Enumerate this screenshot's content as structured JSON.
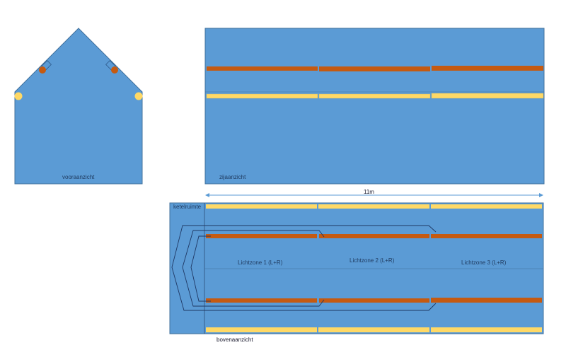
{
  "colors": {
    "background": "#ffffff",
    "fill": "#5b9bd5",
    "border": "#41719c",
    "orange": "#c55a11",
    "yellow": "#ffd966",
    "wire": "#1f3864",
    "dimension": "#5b9bd5"
  },
  "front_view": {
    "label": "vooraanzicht",
    "shape": "house-pentagon",
    "lights": [
      {
        "type": "orange-dot",
        "side": "left",
        "with_bracket": true
      },
      {
        "type": "orange-dot",
        "side": "right",
        "with_bracket": true
      },
      {
        "type": "yellow-dot",
        "side": "left"
      },
      {
        "type": "yellow-dot",
        "side": "right"
      }
    ]
  },
  "side_view": {
    "label": "zijaanzicht",
    "strips": [
      {
        "color": "orange",
        "segments": 3
      },
      {
        "color": "yellow",
        "segments": 3
      }
    ]
  },
  "top_view": {
    "label": "bovenaanzicht",
    "room_label": "ketelruimte",
    "dimension_label": "11m",
    "zones": [
      {
        "label": "Lichtzone  1 (L+R)"
      },
      {
        "label": "Lichtzone  2 (L+R)"
      },
      {
        "label": "Lichtzone  3 (L+R)"
      }
    ],
    "strips": [
      {
        "color": "yellow",
        "position": "top",
        "segments": 3
      },
      {
        "color": "orange",
        "position": "upper",
        "segments": 3
      },
      {
        "color": "orange",
        "position": "lower",
        "segments": 3
      },
      {
        "color": "yellow",
        "position": "bottom",
        "segments": 3
      }
    ],
    "wires": 3
  }
}
